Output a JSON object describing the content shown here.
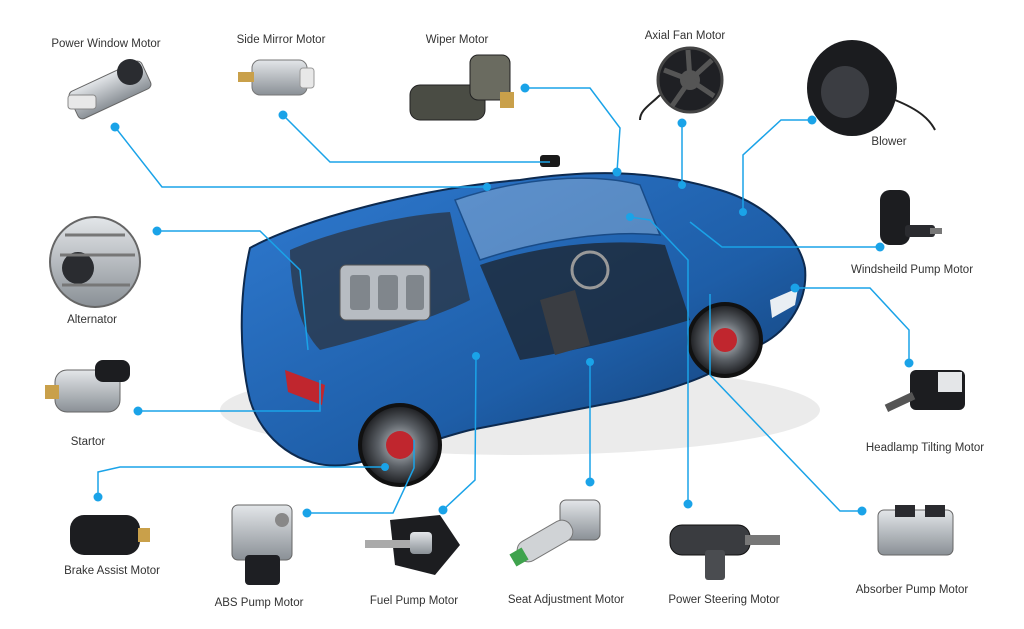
{
  "colors": {
    "connector": "#1aa3e8",
    "car_body": "#1e5ea8",
    "car_dark": "#123a6b",
    "part_metal": "#9aa1a8",
    "part_dark": "#2a2c30",
    "label_text": "#333333"
  },
  "components": [
    {
      "id": "power-window-motor",
      "label": "Power Window Motor"
    },
    {
      "id": "side-mirror-motor",
      "label": "Side Mirror Motor"
    },
    {
      "id": "wiper-motor",
      "label": "Wiper Motor"
    },
    {
      "id": "axial-fan-motor",
      "label": "Axial Fan Motor"
    },
    {
      "id": "blower",
      "label": "Blower"
    },
    {
      "id": "windshield-pump-motor",
      "label": "Windsheild Pump Motor"
    },
    {
      "id": "headlamp-tilting-motor",
      "label": "Headlamp Tilting Motor"
    },
    {
      "id": "absorber-pump-motor",
      "label": "Absorber Pump Motor"
    },
    {
      "id": "power-steering-motor",
      "label": "Power Steering Motor"
    },
    {
      "id": "seat-adjustment-motor",
      "label": "Seat Adjustment Motor"
    },
    {
      "id": "fuel-pump-motor",
      "label": "Fuel Pump Motor"
    },
    {
      "id": "abs-pump-motor",
      "label": "ABS Pump Motor"
    },
    {
      "id": "brake-assist-motor",
      "label": "Brake Assist Motor"
    },
    {
      "id": "startor",
      "label": "Startor"
    },
    {
      "id": "alternator",
      "label": "Alternator"
    }
  ]
}
